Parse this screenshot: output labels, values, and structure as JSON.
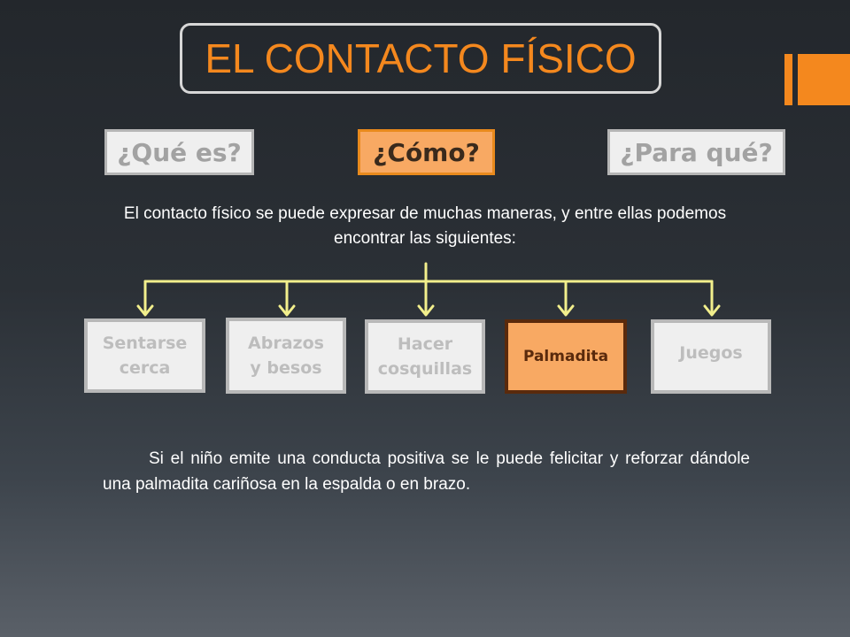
{
  "title": "EL CONTACTO FÍSICO",
  "tabs": [
    {
      "label": "¿Qué es?",
      "active": false
    },
    {
      "label": "¿Cómo?",
      "active": true
    },
    {
      "label": "¿Para qué?",
      "active": false
    }
  ],
  "intro": "El contacto físico se puede expresar de muchas maneras, y entre ellas podemos encontrar las siguientes:",
  "nodes": [
    {
      "line1": "Sentarse",
      "line2": "cerca",
      "active": false
    },
    {
      "line1": "Abrazos",
      "line2": "y besos",
      "active": false
    },
    {
      "line1": "Hacer",
      "line2": "cosquillas",
      "active": false
    },
    {
      "line1": "Palmadita",
      "line2": "",
      "active": true
    },
    {
      "line1": "Juegos",
      "line2": "",
      "active": false
    }
  ],
  "body": "Si el niño emite una conducta positiva se le puede felicitar y reforzar dándole una palmadita cariñosa en la espalda o en brazo.",
  "colors": {
    "accent": "#f4881e",
    "connector": "#f2ef8c",
    "active_fill": "#f8a963",
    "inactive_fill": "#efefef"
  }
}
